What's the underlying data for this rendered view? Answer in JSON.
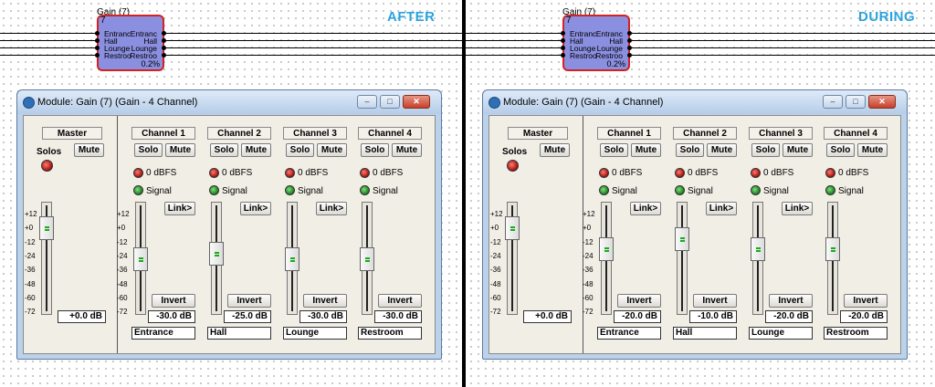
{
  "panels": [
    {
      "phase": "AFTER",
      "block": {
        "title": "Gain (7)",
        "number": "7",
        "inputs": [
          "Entranc",
          "Hall",
          "Lounge",
          "Restroo"
        ],
        "outputs": [
          "Entranc",
          "Hall",
          "Lounge",
          "Restroo"
        ],
        "percent": "0.2%"
      },
      "window": {
        "title": "Module: Gain (7) (Gain - 4 Channel)",
        "buttons": {
          "minimize": "–",
          "maximize": "□",
          "close": "✕"
        },
        "master": {
          "header": "Master",
          "solos_label": "Solos",
          "mute": "Mute",
          "value": "+0.0 dB",
          "level_db": 0
        },
        "channels": [
          {
            "header": "Channel 1",
            "solo": "Solo",
            "mute": "Mute",
            "dbfs": "0 dBFS",
            "signal": "Signal",
            "link": "Link>",
            "invert": "Invert",
            "value": "-30.0 dB",
            "level_db": -30,
            "name": "Entrance"
          },
          {
            "header": "Channel 2",
            "solo": "Solo",
            "mute": "Mute",
            "dbfs": "0 dBFS",
            "signal": "Signal",
            "link": "Link>",
            "invert": "Invert",
            "value": "-25.0 dB",
            "level_db": -25,
            "name": "Hall"
          },
          {
            "header": "Channel 3",
            "solo": "Solo",
            "mute": "Mute",
            "dbfs": "0 dBFS",
            "signal": "Signal",
            "link": "Link>",
            "invert": "Invert",
            "value": "-30.0 dB",
            "level_db": -30,
            "name": "Lounge"
          },
          {
            "header": "Channel 4",
            "solo": "Solo",
            "mute": "Mute",
            "dbfs": "0 dBFS",
            "signal": "Signal",
            "link": null,
            "invert": "Invert",
            "value": "-30.0 dB",
            "level_db": -30,
            "name": "Restroom"
          }
        ]
      }
    },
    {
      "phase": "DURING",
      "block": {
        "title": "Gain (7)",
        "number": "7",
        "inputs": [
          "Entranc",
          "Hall",
          "Lounge",
          "Restroo"
        ],
        "outputs": [
          "Entranc",
          "Hall",
          "Lounge",
          "Restroo"
        ],
        "percent": "0.2%"
      },
      "window": {
        "title": "Module: Gain (7) (Gain - 4 Channel)",
        "buttons": {
          "minimize": "–",
          "maximize": "□",
          "close": "✕"
        },
        "master": {
          "header": "Master",
          "solos_label": "Solos",
          "mute": "Mute",
          "value": "+0.0 dB",
          "level_db": 0
        },
        "channels": [
          {
            "header": "Channel 1",
            "solo": "Solo",
            "mute": "Mute",
            "dbfs": "0 dBFS",
            "signal": "Signal",
            "link": "Link>",
            "invert": "Invert",
            "value": "-20.0 dB",
            "level_db": -20,
            "name": "Entrance"
          },
          {
            "header": "Channel 2",
            "solo": "Solo",
            "mute": "Mute",
            "dbfs": "0 dBFS",
            "signal": "Signal",
            "link": "Link>",
            "invert": "Invert",
            "value": "-10.0 dB",
            "level_db": -10,
            "name": "Hall"
          },
          {
            "header": "Channel 3",
            "solo": "Solo",
            "mute": "Mute",
            "dbfs": "0 dBFS",
            "signal": "Signal",
            "link": "Link>",
            "invert": "Invert",
            "value": "-20.0 dB",
            "level_db": -20,
            "name": "Lounge"
          },
          {
            "header": "Channel 4",
            "solo": "Solo",
            "mute": "Mute",
            "dbfs": "0 dBFS",
            "signal": "Signal",
            "link": null,
            "invert": "Invert",
            "value": "-20.0 dB",
            "level_db": -20,
            "name": "Restroom"
          }
        ]
      }
    }
  ],
  "scale_ticks": [
    "+12",
    "+0",
    "-12",
    "-24",
    "-36",
    "-48",
    "-60",
    "-72"
  ],
  "colors": {
    "phase_label": "#2aa3dc",
    "block_fill": "#8b8fe0",
    "block_border": "#d22222",
    "led_red": "#c01818",
    "led_green": "#20a020"
  }
}
